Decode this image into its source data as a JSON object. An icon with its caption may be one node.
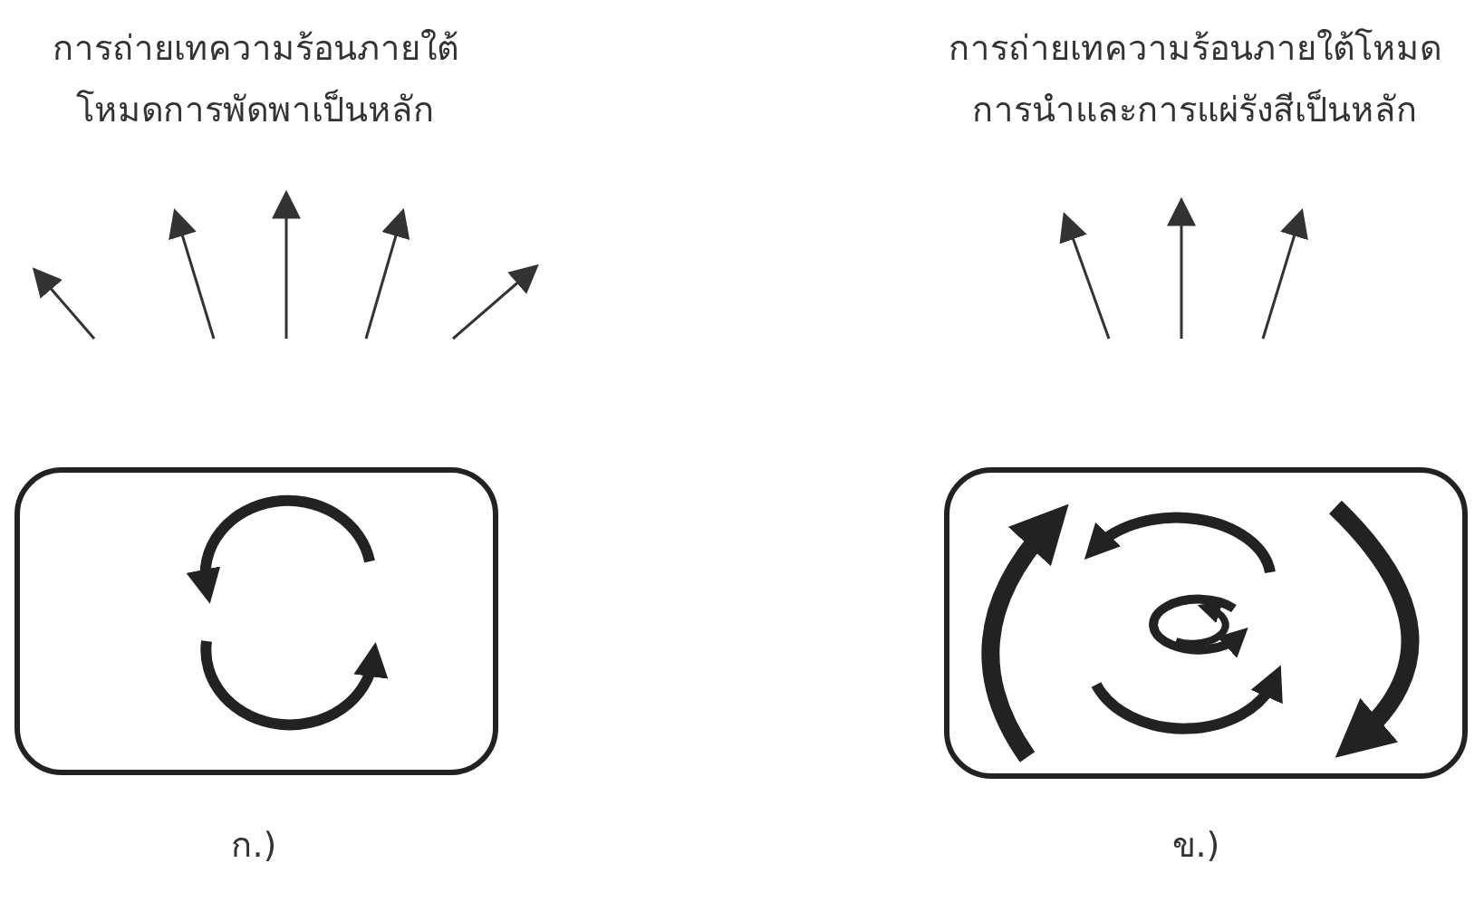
{
  "diagram": {
    "nodes": [
      {
        "text": [],
        "shape": "box"
      },
      {
        "text": [],
        "shape": "box"
      }
    ],
    "labels": [
      "การถ่ายเทความร้อนภายใต้ โหมดการพัดพาเป็นหลัก",
      "การถ่ายเทความร้อนภายใต้โหมด การนำและการแผ่รังสีเป็นหลัก",
      "ก.)",
      "ข.)"
    ]
  }
}
